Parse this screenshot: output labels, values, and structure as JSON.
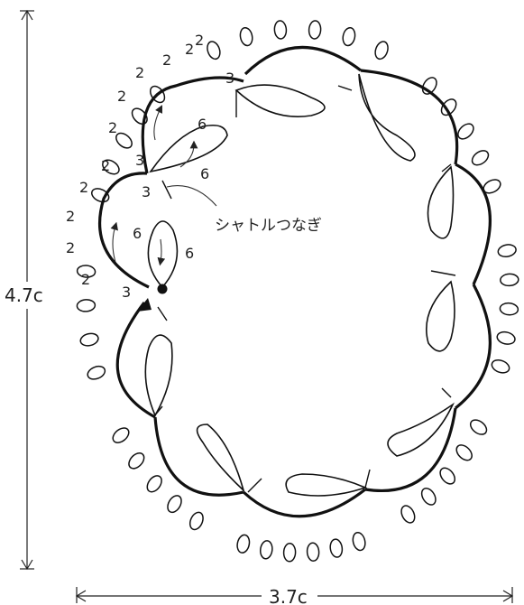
{
  "dimensions": {
    "height_label": "4.7c",
    "width_label": "3.7c"
  },
  "annotation": {
    "join_label": "シャトルつなぎ"
  },
  "stitch_counts": {
    "top_picots": [
      "2",
      "2",
      "2"
    ],
    "left_upper_picots": [
      "2",
      "2",
      "2"
    ],
    "left_lower_picots": [
      "2",
      "2",
      "2",
      "2",
      "2"
    ],
    "junction_threes": [
      "3",
      "3",
      "3",
      "3"
    ],
    "inner_ring_upper": [
      "6",
      "6"
    ],
    "inner_ring_lower": [
      "6",
      "6"
    ]
  },
  "colors": {
    "line": "#1a1a1a",
    "background": "#ffffff"
  },
  "icons": {
    "start_dot": "filled-circle",
    "direction_arrow": "arrowhead"
  }
}
